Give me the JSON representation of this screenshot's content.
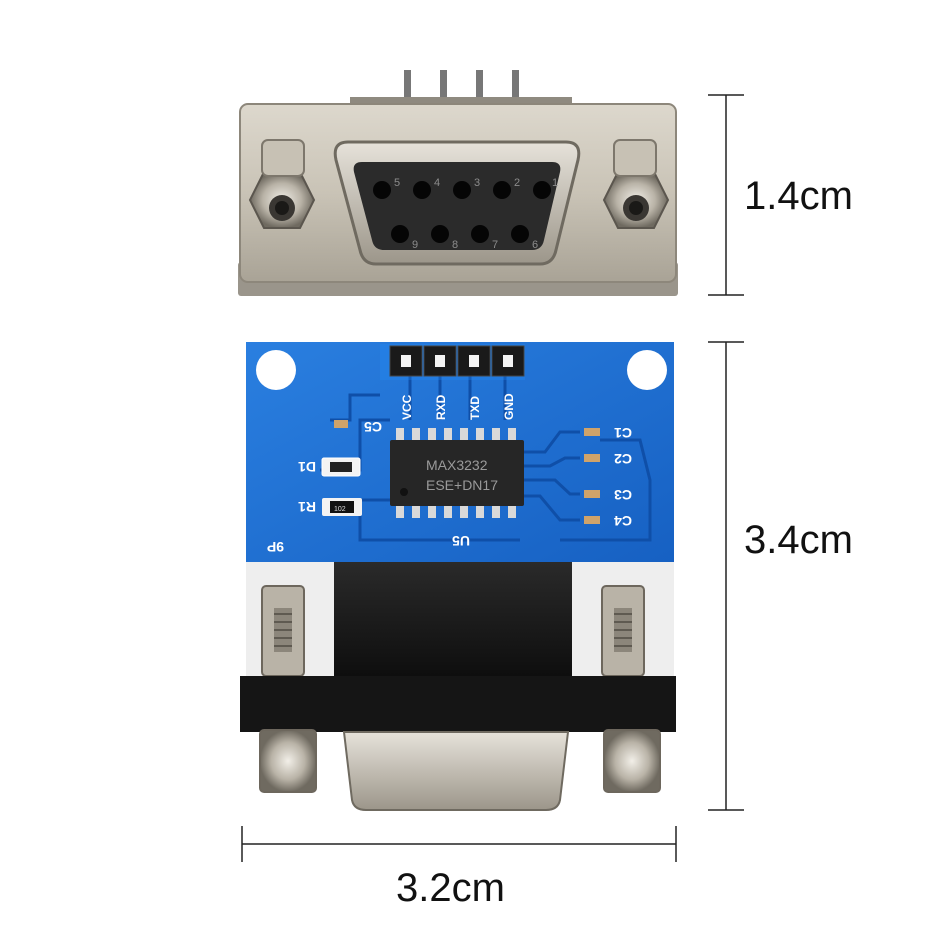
{
  "dimensions": {
    "connector_height": "1.4cm",
    "board_height": "3.4cm",
    "board_width": "3.2cm"
  },
  "connector": {
    "pins_top": [
      "5",
      "4",
      "3",
      "2",
      "1"
    ],
    "pins_bottom": [
      "9",
      "8",
      "7",
      "6"
    ]
  },
  "board": {
    "header_labels": [
      "VCC",
      "RXD",
      "TXD",
      "GND"
    ],
    "ic_line1": "MAX3232",
    "ic_line2": "ESE+DN17",
    "ic_ref": "U5",
    "resistor_value": "102",
    "silk": {
      "c5": "C5",
      "d1": "D1",
      "r1": "R1",
      "nine_p": "9P",
      "c1": "C1",
      "c2": "C2",
      "c3": "C3",
      "c4": "C4"
    }
  },
  "colors": {
    "pcb_blue": "#1d6fd0",
    "metal": "#c8c2b6",
    "connector_black": "#1a1a1a"
  }
}
